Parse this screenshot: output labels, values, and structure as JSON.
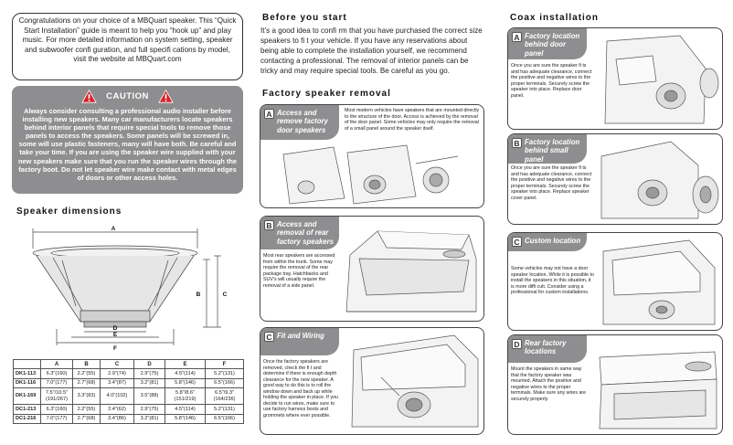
{
  "intro": {
    "text": "Congratulations on your choice of a MBQuart speaker. This “Quick Start Installation” guide is meant to help you “hook up” and play music. For more detailed information on system setting, speaker and subwoofer conﬁ guration, and full speciﬁ cations by model, visit the website at MBQuart.com"
  },
  "caution": {
    "title": "CAUTION",
    "text": "Always consider consulting a professional audio installer before installing new speakers. Many car manufacturers locate speakers behind interior panels that require special tools to remove those panels to access the speakers. Some panels will be screwed in, some will use plastic fasteners, many will have both. Be careful and take your time. If you are using the speaker wire supplied with your new speakers make sure that you run the speaker wires through the factory boot. Do not let speaker wire make contact with metal edges of doors or other access holes."
  },
  "speaker_dimensions": {
    "title": "Speaker dimensions",
    "labels": {
      "a": "A",
      "b": "B",
      "c": "C",
      "d": "D",
      "e": "E",
      "f": "F"
    },
    "table": {
      "headers": [
        "",
        "A",
        "B",
        "C",
        "D",
        "E",
        "F"
      ],
      "rows": [
        [
          "DK1-113",
          "6.3\"(160)",
          "2.2\"(55)",
          "2.9\"(74)",
          "2.9\"(75)",
          "4.5\"(114)",
          "5.2\"(131)"
        ],
        [
          "DK1-116",
          "7.0\"(177)",
          "2.7\"(68)",
          "3.4\"(87)",
          "3.2\"(81)",
          "5.8\"(146)",
          "6.5\"(166)"
        ],
        [
          "DK1-169",
          "7.5\"/10.5\" (191/267)",
          "3.3\"(83)",
          "4.0\"(102)",
          "3.5\"(88)",
          "5.8\"/8.6\" (151/219)",
          "6.5\"/9.3\" (164/236)"
        ],
        [
          "DC1-213",
          "6.3\"(160)",
          "2.2\"(55)",
          "2.4\"(62)",
          "2.9\"(75)",
          "4.5\"(114)",
          "5.2\"(131)"
        ],
        [
          "DC1-216",
          "7.0\"(177)",
          "2.7\"(68)",
          "3.4\"(86)",
          "3.2\"(81)",
          "5.8\"(146)",
          "6.5\"(166)"
        ]
      ]
    }
  },
  "before": {
    "title": "Before you start",
    "text": "It’s a good idea to conﬁ rm that you have purchased the correct size speakers to ﬁ t your vehicle. If you have any reservations about being able to complete the installation yourself, we recommend contacting a professional. The removal of interior panels can be tricky and may require special tools. Be careful as you go."
  },
  "factory_removal": {
    "title": "Factory speaker removal",
    "panels": [
      {
        "letter": "A",
        "label": "Access and remove factory door speakers",
        "text": "Most modern vehicles have speakers that are mounted directly to the structure of the door. Access is achieved by the removal of the door panel. Some vehicles may only require the removal of a small panel around the speaker itself."
      },
      {
        "letter": "B",
        "label": "Access and removal of rear factory speakers",
        "text": "Most rear speakers are accessed from within the trunk. Some may require the removal of the rear package tray. Hatchbacks and SUV’s will usually require the removal of a side panel."
      },
      {
        "letter": "C",
        "label": "Fit and Wiring",
        "text": "Once the factory speakers are removed, check the ﬁ t and determine if there is enough depth clearance for the new speaker. A good way to do this is to roll the window down and back up while holding the speaker in place. If you decide to run wires, make sure to use factory harness boots and grommets where ever possible."
      }
    ]
  },
  "coax": {
    "title": "Coax installation",
    "panels": [
      {
        "letter": "A",
        "label": "Factory location behind door panel",
        "text": "Once you are sure the speaker ﬁ ts and has adequate clearance, connect the positive and negative wires to the proper terminals. Securely screw the speaker into place. Replace door panel."
      },
      {
        "letter": "B",
        "label": "Factory location behind small panel",
        "text": "Once you are sure the speaker ﬁ ts and has adequate clearance, connect the positive and negative wires to the proper terminals. Securely screw the speaker into place. Replace speaker cover panel."
      },
      {
        "letter": "C",
        "label": "Custom location",
        "text": "Some vehicles may not have a door speaker location. While it is possible to install the speakers in this situation, it is more difﬁ cult. Consider using a professional for custom installations."
      },
      {
        "letter": "D",
        "label": "Rear factory locations",
        "text": "Mount the speakers in same way that the factory speaker was mounted. Attach the positive and negative wires to the proper terminals. Make sure any wires are securely properly."
      }
    ]
  },
  "colors": {
    "panel_gray": "#8e8e90",
    "warning_red": "#d6202a"
  },
  "icons": {
    "caution": "warning-triangle-icon"
  }
}
